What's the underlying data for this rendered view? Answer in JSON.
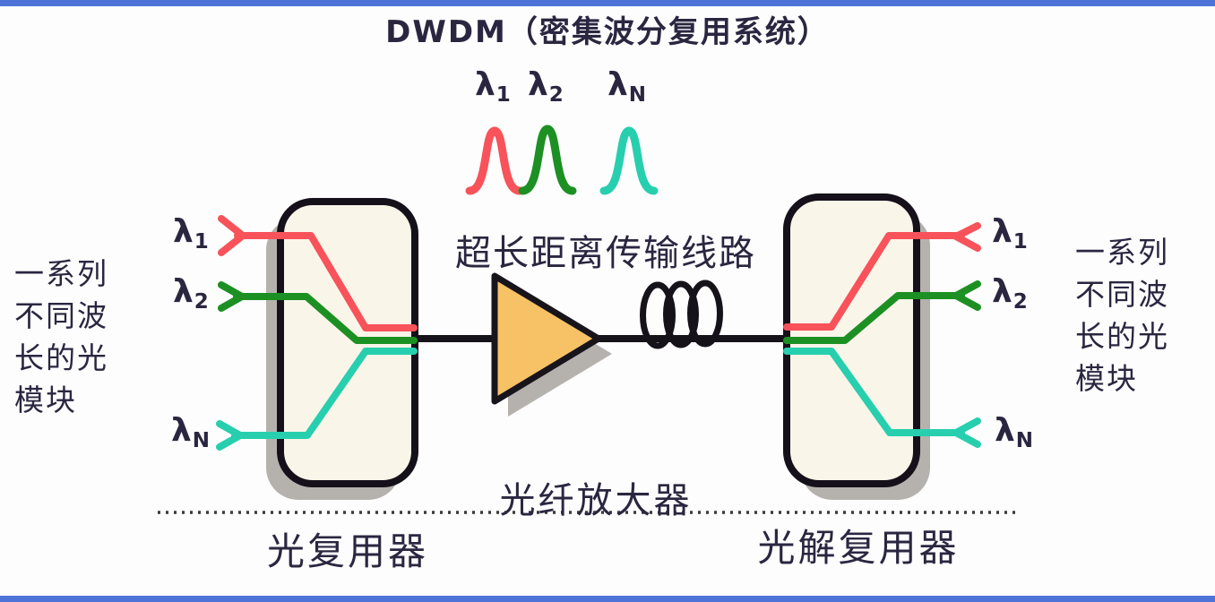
{
  "title": "DWDM（密集波分复用系统）",
  "wavelengths": {
    "l1": {
      "base": "λ",
      "sub": "1"
    },
    "l2": {
      "base": "λ",
      "sub": "2"
    },
    "ln": {
      "base": "λ",
      "sub": "N"
    }
  },
  "transmission_line_label": "超长距离传输线路",
  "fiber_amplifier_label": "光纤放大器",
  "mux_label": "光复用器",
  "demux_label": "光解复用器",
  "module_note_left": {
    "text": "一系列\n不同波\n长的光\n模块"
  },
  "module_note_right": {
    "text": "一系列\n不同波\n长的光\n模块"
  },
  "colors": {
    "lambda1": "#f8525a",
    "lambda2": "#1d9023",
    "lambdaN": "#27cfae",
    "line": "#16121a",
    "amp_fill": "#f7c266",
    "box_fill": "#faf5e9",
    "box_stroke": "#15101a",
    "shadow": "#b5b2ae",
    "accent_bar": "#4d73d8",
    "text": "#2b2640"
  }
}
